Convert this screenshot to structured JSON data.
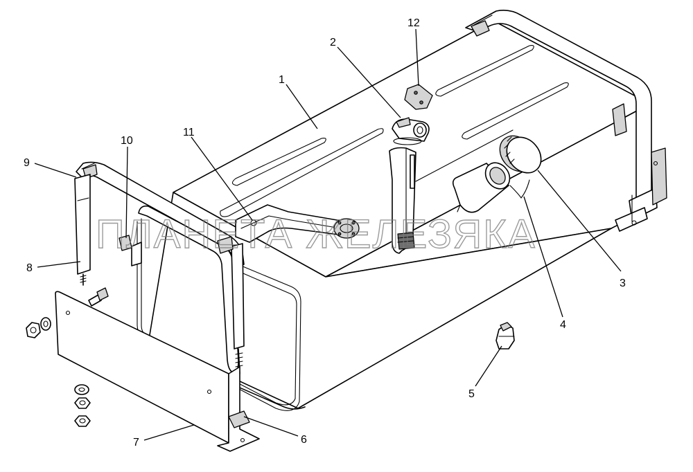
{
  "watermark": "ПЛАНЕТА ЖЕЛЕЗЯКА",
  "callouts": [
    {
      "id": "1",
      "label": "1"
    },
    {
      "id": "2",
      "label": "2"
    },
    {
      "id": "3",
      "label": "3"
    },
    {
      "id": "4",
      "label": "4"
    },
    {
      "id": "5",
      "label": "5"
    },
    {
      "id": "6",
      "label": "6"
    },
    {
      "id": "7",
      "label": "7"
    },
    {
      "id": "8",
      "label": "8"
    },
    {
      "id": "9",
      "label": "9"
    },
    {
      "id": "10",
      "label": "10"
    },
    {
      "id": "11",
      "label": "11"
    },
    {
      "id": "12",
      "label": "12"
    }
  ]
}
